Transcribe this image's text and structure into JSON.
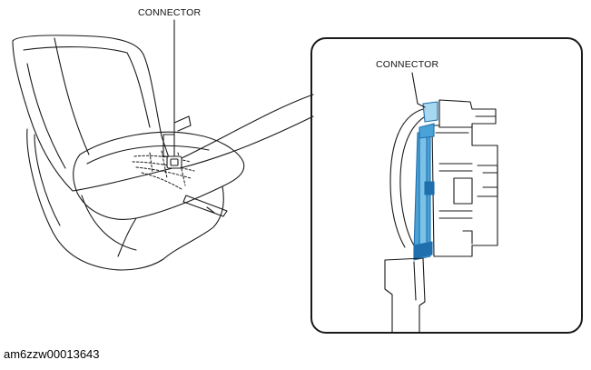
{
  "labels": {
    "seat_connector": "CONNECTOR",
    "detail_connector": "CONNECTOR"
  },
  "figure_id": "am6zzw00013643",
  "colors": {
    "line": "#1a1a1a",
    "connector_blue": "#4aa3d6",
    "connector_dark": "#1f6fae",
    "connector_light": "#a8d8f0"
  }
}
